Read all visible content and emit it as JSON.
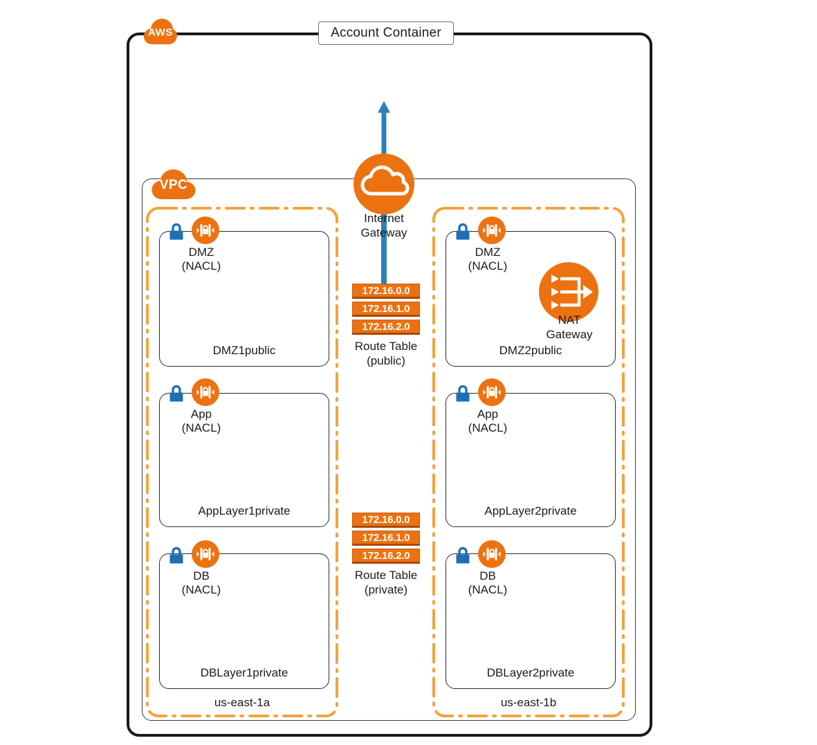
{
  "diagram": {
    "title": "Account Container",
    "cloud_badge": "AWS",
    "vpc_badge": "VPC"
  },
  "internet_gateway": {
    "label": "Internet\nGateway",
    "icon": "cloud-icon"
  },
  "nat_gateway": {
    "label": "NAT\nGateway",
    "icon": "nat-arrows-icon"
  },
  "route_tables": [
    {
      "id": "public",
      "entries": [
        "172.16.0.0",
        "172.16.1.0",
        "172.16.2.0"
      ],
      "label": "Route Table\n(public)"
    },
    {
      "id": "private",
      "entries": [
        "172.16.0.0",
        "172.16.1.0",
        "172.16.2.0"
      ],
      "label": "Route Table\n(private)"
    }
  ],
  "availability_zones": [
    {
      "id": "az-1a",
      "label": "us-east-1a",
      "subnets": [
        {
          "nacl": "DMZ\n(NACL)",
          "name": "DMZ1public"
        },
        {
          "nacl": "App\n(NACL)",
          "name": "AppLayer1private"
        },
        {
          "nacl": "DB\n(NACL)",
          "name": "DBLayer1private"
        }
      ]
    },
    {
      "id": "az-1b",
      "label": "us-east-1b",
      "subnets": [
        {
          "nacl": "DMZ\n(NACL)",
          "name": "DMZ2public"
        },
        {
          "nacl": "App\n(NACL)",
          "name": "AppLayer2private"
        },
        {
          "nacl": "DB\n(NACL)",
          "name": "DBLayer2private"
        }
      ]
    }
  ],
  "colors": {
    "aws_orange": "#ec7211",
    "az_border": "#f4a23c",
    "lock_blue": "#1f6fb4",
    "arrow_blue": "#2e81b8",
    "outline_black": "#16191f"
  }
}
